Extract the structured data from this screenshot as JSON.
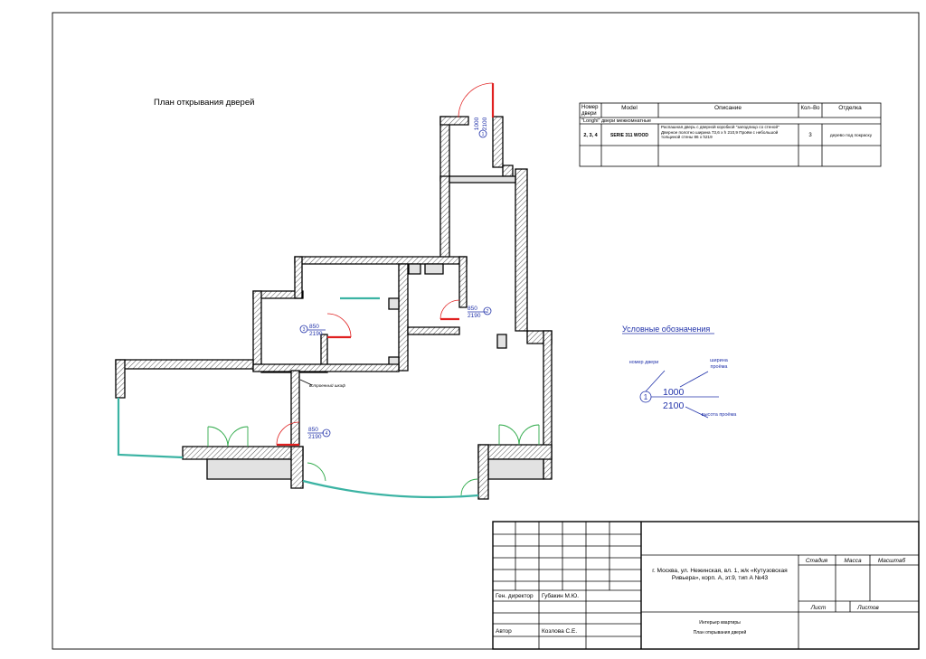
{
  "drawing": {
    "title": "План открывания дверей",
    "label_cabinet": "встроенный шкаф"
  },
  "doors": [
    {
      "id": "d1",
      "number": "1",
      "width": "1000",
      "height": "2100"
    },
    {
      "id": "d2",
      "number": "2",
      "width": "850",
      "height": "2190"
    },
    {
      "id": "d3",
      "number": "3",
      "width": "850",
      "height": "2190"
    },
    {
      "id": "d4",
      "number": "4",
      "width": "850",
      "height": "2190"
    }
  ],
  "spec_table": {
    "headers": [
      "Номер двери",
      "Model",
      "Описание",
      "Кол–Во",
      "Отделка"
    ],
    "group_label": "\"Longhi\"  двери межкомнатные",
    "rows": [
      {
        "number": "2, 3, 4",
        "model": "SERIE 311 WOOD",
        "description": "Распашная дверь с дверной коробкой \"заподлицо со стеной\" Дверное полотно ширина 73,6 х h 210,9 Проём с небольшой толщиной стены 86 х h219",
        "qty": "3",
        "finish": "дерево под покраску"
      }
    ]
  },
  "legend": {
    "title": "Условные обозначения",
    "door_number_label": "номер двери",
    "width_label": "ширина проёма",
    "height_label": "высота проёма",
    "sample_number": "1",
    "sample_width": "1000",
    "sample_height": "2100"
  },
  "title_block": {
    "address": "г. Москва, ул. Нежинская, вл. 1, ж/к «Кутузовская Ривьера», корп. А, эт.9, тип А №43",
    "role_director": "Ген. директор",
    "name_director": "Губакин М.Ю.",
    "role_author": "Автор",
    "name_author": "Козлова С.Е.",
    "col_stage": "Стадия",
    "col_mass": "Масса",
    "col_scale": "Масштаб",
    "col_sheet": "Лист",
    "col_sheets": "Листов",
    "project_name": "Интерьер квартиры",
    "sheet_name": "План открывания дверей"
  }
}
